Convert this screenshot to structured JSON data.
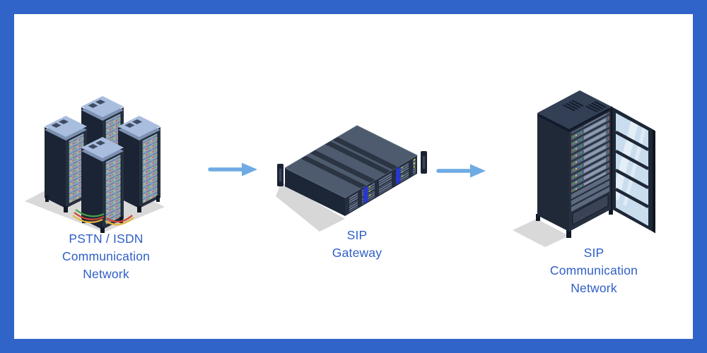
{
  "diagram": {
    "type": "network-flow-diagram",
    "nodes": [
      {
        "id": "pstn-network",
        "icon": "server-cluster",
        "label": "PSTN / ISDN\nCommunication\nNetwork"
      },
      {
        "id": "sip-gateway",
        "icon": "gateway-appliance",
        "label": "SIP\nGateway"
      },
      {
        "id": "sip-network",
        "icon": "server-rack-cabinet",
        "label": "SIP\nCommunication\nNetwork"
      }
    ],
    "connectors": [
      {
        "from": "pstn-network",
        "to": "sip-gateway",
        "direction": "right"
      },
      {
        "from": "sip-gateway",
        "to": "sip-network",
        "direction": "right"
      }
    ],
    "colors": {
      "frame_border": "#3064c9",
      "label_text": "#2f5fc6",
      "arrow": "#6fabe3",
      "canvas_background": "#ffffff"
    }
  }
}
